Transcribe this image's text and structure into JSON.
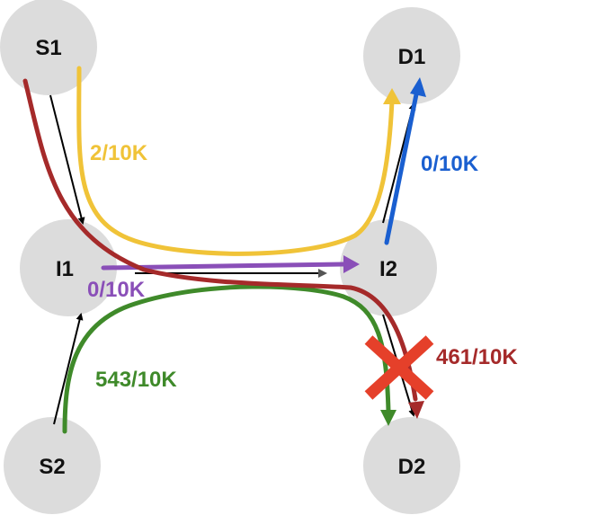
{
  "nodes": {
    "s1": "S1",
    "s2": "S2",
    "i1": "I1",
    "i2": "I2",
    "d1": "D1",
    "d2": "D2"
  },
  "flows": {
    "yellow": {
      "label": "2/10K",
      "color": "#f0c338"
    },
    "blue": {
      "label": "0/10K",
      "color": "#1a5fd0"
    },
    "purple": {
      "label": "0/10K",
      "color": "#8a4fb8"
    },
    "green": {
      "label": "543/10K",
      "color": "#3f8a2a"
    },
    "red": {
      "label": "461/10K",
      "color": "#a52a2a"
    }
  },
  "colors": {
    "node_fill": "#dcdcdc",
    "failure_mark": "#e5402a",
    "path_arrow": "#000000"
  },
  "icons": {
    "failure": "x-cross-icon"
  }
}
